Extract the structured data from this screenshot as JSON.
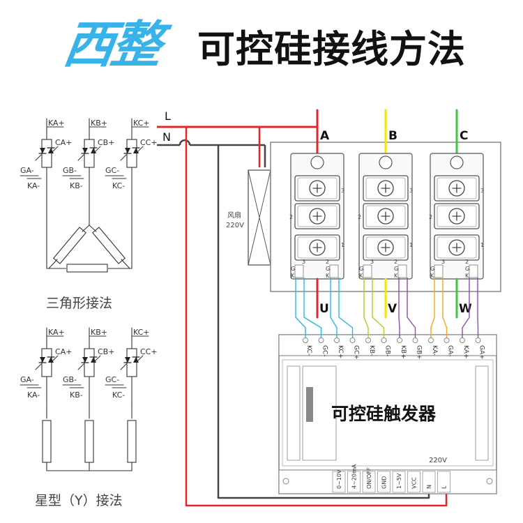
{
  "header": {
    "logo": "西整",
    "title": "可控硅接线方法"
  },
  "delta": {
    "caption": "三角形接法",
    "kplus": [
      "KA+",
      "KB+",
      "KC+"
    ],
    "cplus": [
      "CA+",
      "CB+",
      "CC+"
    ],
    "gminus": [
      "GA-",
      "GB-",
      "GC-"
    ],
    "kminus": [
      "KA-",
      "KB-",
      "KC-"
    ]
  },
  "star": {
    "caption": "星型（Y）接法",
    "kplus": [
      "KA+",
      "KB+",
      "KC+"
    ],
    "cplus": [
      "CA+",
      "CB+",
      "CC+"
    ],
    "gminus": [
      "GA-",
      "GB-",
      "GC-"
    ],
    "kminus": [
      "KA-",
      "KB-",
      "KC-"
    ]
  },
  "lines": {
    "l": "L",
    "n": "N"
  },
  "fan": {
    "label1": "风扇",
    "label2": "220V"
  },
  "phases": {
    "inputs": [
      "A",
      "B",
      "C"
    ],
    "outputs": [
      "U",
      "V",
      "W"
    ]
  },
  "module": {
    "pin3": "3",
    "pin2": "2",
    "pin1": "1",
    "g": "G",
    "k": "K"
  },
  "trigger": {
    "title": "可控硅触发器",
    "voltage": "220V",
    "top_terminals": [
      "KC-",
      "GC-",
      "KC+",
      "GC+",
      "KB-",
      "GB-",
      "KB+",
      "GB+",
      "KA-",
      "GA-",
      "KA+",
      "GA+"
    ],
    "bottom_terminals": [
      "0~10V",
      "4~20mA",
      "ON/OFF",
      "GND",
      "1~5V",
      "VCC",
      "N",
      "L"
    ]
  },
  "colors": {
    "red": "#e8242b",
    "yellow": "#f6e600",
    "green": "#3ec43e",
    "cyan": "#2ab8e6",
    "orange": "#f5a623",
    "purple": "#8a4bb8",
    "lime": "#a5d12a",
    "dark": "#444444",
    "logo": "#38b3ea"
  }
}
